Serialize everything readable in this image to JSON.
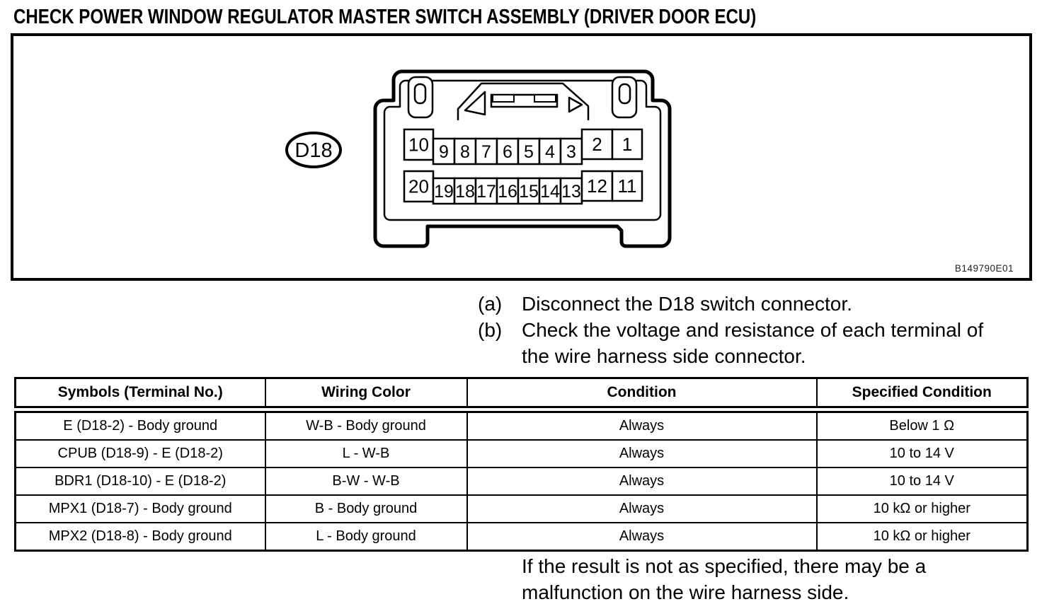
{
  "page": {
    "title": "CHECK POWER WINDOW REGULATOR MASTER SWITCH ASSEMBLY (DRIVER DOOR ECU)"
  },
  "figure": {
    "code": "B149790E01",
    "connector_label": "D18",
    "connector": {
      "top_row": [
        "10",
        "9",
        "8",
        "7",
        "6",
        "5",
        "4",
        "3",
        "2",
        "1"
      ],
      "bottom_row": [
        "20",
        "19",
        "18",
        "17",
        "16",
        "15",
        "14",
        "13",
        "12",
        "11"
      ]
    }
  },
  "steps": [
    {
      "marker": "(a)",
      "text": "Disconnect the D18 switch connector."
    },
    {
      "marker": "(b)",
      "text": "Check the voltage and resistance of each terminal of the wire harness side connector."
    }
  ],
  "table": {
    "headers": [
      "Symbols (Terminal No.)",
      "Wiring Color",
      "Condition",
      "Specified Condition"
    ],
    "rows": [
      [
        "E (D18-2) - Body ground",
        "W-B - Body ground",
        "Always",
        "Below 1 Ω"
      ],
      [
        "CPUB (D18-9) - E (D18-2)",
        "L - W-B",
        "Always",
        "10 to 14 V"
      ],
      [
        "BDR1 (D18-10) - E (D18-2)",
        "B-W - W-B",
        "Always",
        "10 to 14 V"
      ],
      [
        "MPX1 (D18-7) - Body ground",
        "B - Body ground",
        "Always",
        "10 kΩ or higher"
      ],
      [
        "MPX2 (D18-8) - Body ground",
        "L - Body ground",
        "Always",
        "10 kΩ or higher"
      ]
    ]
  },
  "note": {
    "text": "If the result is not as specified, there may be a malfunction on the wire harness side."
  }
}
